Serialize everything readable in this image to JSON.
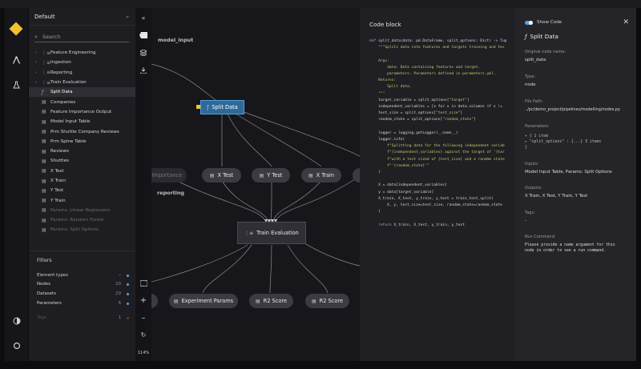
{
  "colors": {
    "accent": "#4fa3e8",
    "logo": "#f2c230",
    "selected_node": "#2d6a9a"
  },
  "project": {
    "name": "Default"
  },
  "search": {
    "placeholder": "Search"
  },
  "tree": [
    {
      "label": "Feature Engineering",
      "icon": "modular-pipeline-icon",
      "expandable": true
    },
    {
      "label": "Ingestion",
      "icon": "modular-pipeline-icon",
      "expandable": true
    },
    {
      "label": "Reporting",
      "icon": "modular-pipeline-icon",
      "expandable": true
    },
    {
      "label": "Train Evaluation",
      "icon": "modular-pipeline-icon",
      "expandable": true
    },
    {
      "label": "Split Data",
      "icon": "function-icon",
      "selected": true
    },
    {
      "label": "Companies",
      "icon": "dataset-icon"
    },
    {
      "label": "Feature Importance Output",
      "icon": "dataset-icon"
    },
    {
      "label": "Model Input Table",
      "icon": "dataset-icon"
    },
    {
      "label": "Prm Shuttle Company Reviews",
      "icon": "dataset-icon"
    },
    {
      "label": "Prm Spine Table",
      "icon": "dataset-icon"
    },
    {
      "label": "Reviews",
      "icon": "dataset-icon"
    },
    {
      "label": "Shuttles",
      "icon": "dataset-icon"
    },
    {
      "label": "X Test",
      "icon": "dataset-icon"
    },
    {
      "label": "X Train",
      "icon": "dataset-icon"
    },
    {
      "label": "Y Test",
      "icon": "dataset-icon"
    },
    {
      "label": "Y Train",
      "icon": "dataset-icon"
    },
    {
      "label": "Params: Linear Regression",
      "icon": "parameters-icon",
      "dim": true
    },
    {
      "label": "Params: Random Forest",
      "icon": "parameters-icon",
      "dim": true
    },
    {
      "label": "Params: Split Options",
      "icon": "parameters-icon",
      "dim": true
    }
  ],
  "filters": {
    "title": "Filters",
    "group": "Element types",
    "rows": [
      {
        "label": "Nodes",
        "count": "20"
      },
      {
        "label": "Datasets",
        "count": "29"
      },
      {
        "label": "Parameters",
        "count": "6"
      },
      {
        "label": "Tags",
        "count": "1"
      }
    ]
  },
  "toolbar": {
    "zoom": "114%"
  },
  "canvas": {
    "labels": {
      "model_input": "model_input",
      "reporting": "reporting"
    },
    "nodes": {
      "split_data": "Split Data",
      "feature_importance": "re Importance",
      "x_test": "X Test",
      "y_test": "Y Test",
      "x_train": "X Train",
      "train_evaluation": "Train Evaluation",
      "experiment_params": "Experiment Params",
      "r2_score_1": "R2 Score",
      "r2_score_2": "R2 Score"
    }
  },
  "code": {
    "title": "Code block",
    "source": "def split_data(data: pd.DataFrame, split_options: Dict) -> Tup\n    \"\"\"Splits data into features and targets training and tes\n\n    Args:\n        data: Data containing features and target.\n        parameters: Parameters defined in parameters.yml.\n    Returns:\n        Split data.\n    \"\"\"\n    target_variable = split_options[\"target\"]\n    independent_variables = [x for x in data.columns if x !=\n    test_size = split_options[\"test_size\"]\n    random_state = split_options[\"random_state\"]\n\n    logger = logging.getLogger(__name__)\n    logger.info(\n        f\"Splitting data for the following independent variab\n        f\"{independent_variables} against the target of '{tar\n        f\"with a test sized of {test_size} and a random state\n        f\"'{random_state}'\"\n    )\n\n    X = data[independent_variables]\n    y = data[target_variable]\n    X_train, X_test, y_train, y_test = train_test_split(\n        X, y, test_size=test_size, random_state=random_state\n    )\n\n    return X_train, X_test, y_train, y_test"
  },
  "meta": {
    "show_code": "Show Code",
    "title": "Split Data",
    "original_node_name_label": "Original node name:",
    "original_node_name": "split_data",
    "type_label": "Type:",
    "type": "node",
    "file_path_label": "File Path:",
    "file_path": "../pc/demo_project/pipelines/modelling/nodes.py",
    "parameters_label": "Parameters:",
    "parameters_line1": "▾ {  1 item",
    "parameters_line2": "  ▸ \"split_options\" : {...}  3 items",
    "parameters_line3": "}",
    "inputs_label": "Inputs:",
    "inputs": "Model Input Table,   Params: Split Options",
    "outputs_label": "Outputs:",
    "outputs": "X Train,   X Test,   Y Train,   Y Test",
    "tags_label": "Tags:",
    "tags": "-",
    "run_command_label": "Run Command:",
    "run_command": "Please provide a name argument for this node in order to see a run command."
  }
}
